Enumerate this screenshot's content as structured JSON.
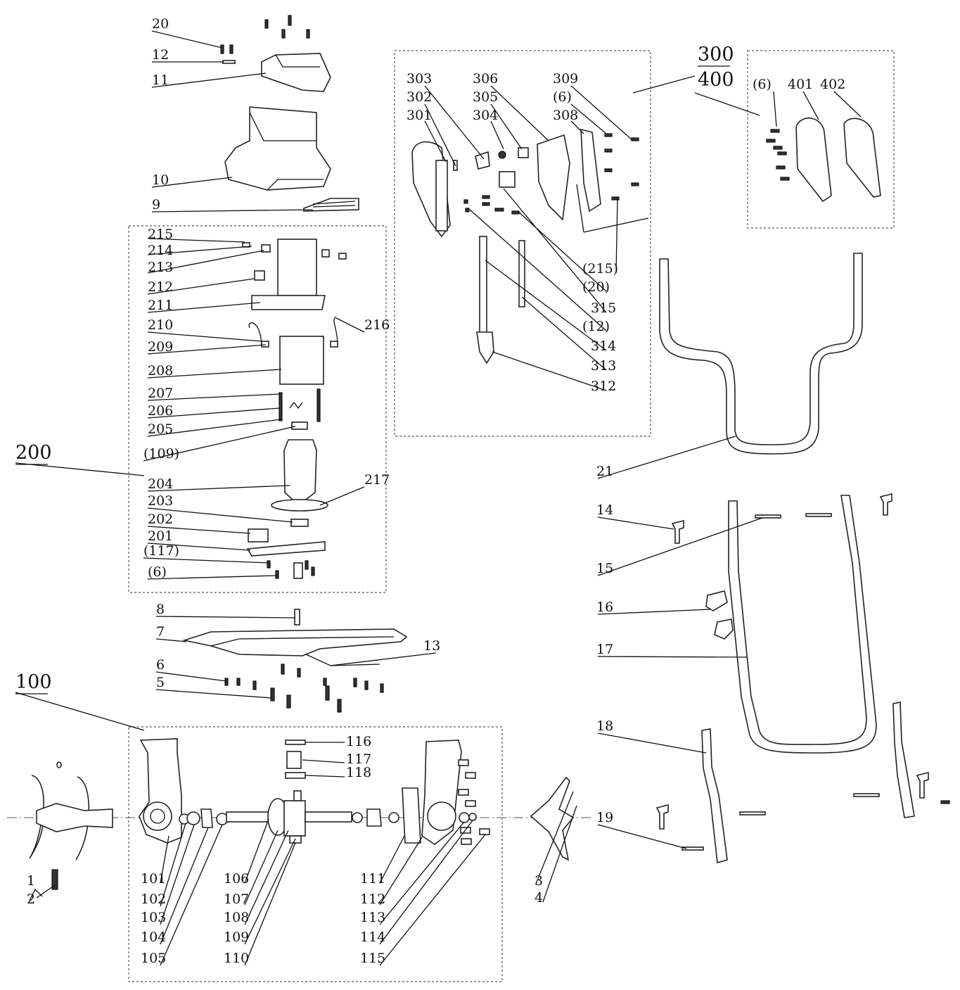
{
  "labels": [
    {
      "id": "20"
    },
    {
      "id": "12"
    },
    {
      "id": "11"
    },
    {
      "id": "10"
    },
    {
      "id": "9"
    },
    {
      "id": "215"
    },
    {
      "id": "214"
    },
    {
      "id": "213"
    },
    {
      "id": "212"
    },
    {
      "id": "211"
    },
    {
      "id": "210"
    },
    {
      "id": "216"
    },
    {
      "id": "209"
    },
    {
      "id": "208"
    },
    {
      "id": "207"
    },
    {
      "id": "206"
    },
    {
      "id": "205"
    },
    {
      "id": "(109)"
    },
    {
      "id": "204"
    },
    {
      "id": "217"
    },
    {
      "id": "203"
    },
    {
      "id": "202"
    },
    {
      "id": "201"
    },
    {
      "id": "(117)"
    },
    {
      "id": "(6)"
    },
    {
      "id": "8"
    },
    {
      "id": "7"
    },
    {
      "id": "13"
    },
    {
      "id": "6"
    },
    {
      "id": "5"
    },
    {
      "id": "101"
    },
    {
      "id": "102"
    },
    {
      "id": "103"
    },
    {
      "id": "104"
    },
    {
      "id": "105"
    },
    {
      "id": "106"
    },
    {
      "id": "107"
    },
    {
      "id": "108"
    },
    {
      "id": "109"
    },
    {
      "id": "110"
    },
    {
      "id": "116"
    },
    {
      "id": "117"
    },
    {
      "id": "118"
    },
    {
      "id": "111"
    },
    {
      "id": "112"
    },
    {
      "id": "113"
    },
    {
      "id": "114"
    },
    {
      "id": "115"
    },
    {
      "id": "1"
    },
    {
      "id": "2"
    },
    {
      "id": "3"
    },
    {
      "id": "4"
    },
    {
      "id": "303"
    },
    {
      "id": "302"
    },
    {
      "id": "301"
    },
    {
      "id": "306"
    },
    {
      "id": "305"
    },
    {
      "id": "304"
    },
    {
      "id": "309"
    },
    {
      "id": "(6)"
    },
    {
      "id": "308"
    },
    {
      "id": "(215)"
    },
    {
      "id": "(20)"
    },
    {
      "id": "315"
    },
    {
      "id": "(12)"
    },
    {
      "id": "314"
    },
    {
      "id": "313"
    },
    {
      "id": "312"
    },
    {
      "id": "(6)"
    },
    {
      "id": "401"
    },
    {
      "id": "402"
    },
    {
      "id": "21"
    },
    {
      "id": "14"
    },
    {
      "id": "15"
    },
    {
      "id": "16"
    },
    {
      "id": "17"
    },
    {
      "id": "18"
    },
    {
      "id": "19"
    }
  ],
  "assemblies": [
    {
      "id": "200"
    },
    {
      "id": "100"
    },
    {
      "id": "300"
    },
    {
      "id": "400"
    }
  ]
}
